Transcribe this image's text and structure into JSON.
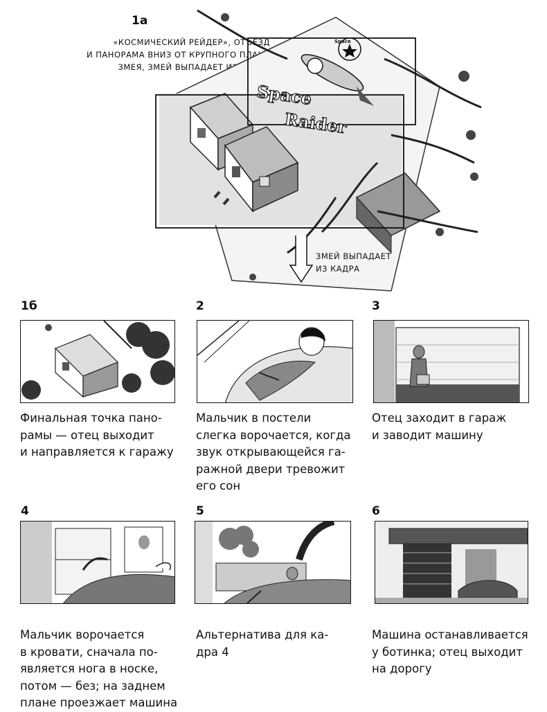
{
  "frame_1a": {
    "number": "1а",
    "annotation_top": "«Космический рейдер», отъезд\nи панорама вниз от крупного плана\nзмея, змей выпадает из кадра",
    "annotation_bottom": "Змей выпадает\nиз кадра",
    "kite_text_line1": "Space",
    "kite_text_line2": "Raider",
    "kite_badge": "Space"
  },
  "frames": [
    {
      "number": "1б",
      "caption": "Финальная точка пано-\nрамы — отец выходит\nи направляется к гаражу"
    },
    {
      "number": "2",
      "caption": "Мальчик в постели\nслегка ворочается, когда\nзвук открывающейся га-\nражной двери тревожит\nего сон"
    },
    {
      "number": "3",
      "caption": "Отец заходит в гараж\nи заводит машину"
    },
    {
      "number": "4",
      "caption": "Мальчик ворочается\nв кровати, сначала по-\nявляется нога в носке,\nпотом — без; на заднем\nплане проезжает машина"
    },
    {
      "number": "5",
      "caption": "Альтернатива для ка-\nдра 4"
    },
    {
      "number": "6",
      "caption": "Машина останавливается\nу ботинка; отец выходит\nна дорогу"
    }
  ],
  "colors": {
    "ink": "#111111",
    "paper": "#ffffff",
    "shade": "#8a8a8a",
    "light": "#d0d0d0"
  }
}
